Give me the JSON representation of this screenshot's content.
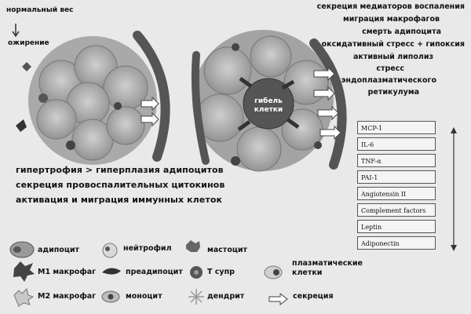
{
  "top_left": {
    "normal_weight": "нормальный вес",
    "obesity": "ожирение"
  },
  "top_right_lines": [
    "секреция медиаторов воспаления",
    "миграция макрофагов",
    "смерть адипоцита",
    "оксидативный стресс + гипоксия",
    "активный липолиз",
    "стресс",
    "эндоплазматического",
    "ретикулума"
  ],
  "center_label": [
    "гибель",
    "клетки"
  ],
  "middle_text": [
    "гипертрофия   > гиперплазия адипоцитов",
    "секреция провоспалительных цитокинов",
    "активация и миграция иммунных клеток"
  ],
  "mediators": [
    "MCP-1",
    "IL-6",
    "TNF-α",
    "PAI-1",
    "Angiotensin II",
    "Complement factors",
    "Leptin",
    "Adiponectin"
  ],
  "legend": {
    "adipocyte": "адипоцит",
    "neutrophil": "нейтрофил",
    "mast_cell": "мастоцит",
    "plasma_cells": "плазматические клетки",
    "m1_macrophage": "М1 макрофаг",
    "preadipocyte": "преадипоцит",
    "t_supp": "Т супр",
    "m2_macrophage": "М2 макрофаг",
    "monocyte": "моноцит",
    "dendrite": "дендрит",
    "secretion": "секреция"
  }
}
